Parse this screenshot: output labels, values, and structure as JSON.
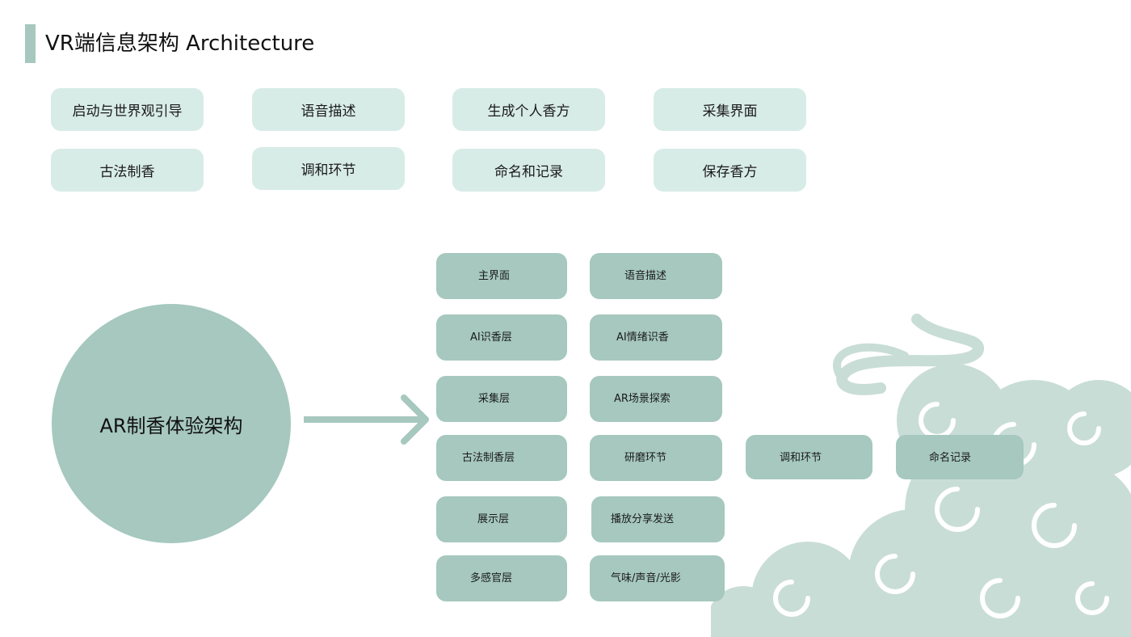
{
  "title": "VR端信息架构 Architecture",
  "vr_boxes": [
    "启动与世界观引导",
    "语音描述",
    "生成个人香方",
    "采集界面",
    "古法制香",
    "调和环节",
    "命名和记录",
    "保存香方"
  ],
  "ar_root": "AR制香体验架构",
  "ar_column1": [
    "主界面",
    "AI识香层",
    "采集层",
    "古法制香层",
    "展示层",
    "多感官层"
  ],
  "ar_column2": [
    "语音描述",
    "AI情绪识香",
    "AR场景探索",
    "研磨环节",
    "播放分享发送",
    "气味/声音/光影"
  ],
  "ar_extra": [
    "调和环节",
    "命名记录"
  ],
  "colors": {
    "accent": "#a6c8be",
    "light": "#d8ece7",
    "cloud": "#c9ddd7"
  }
}
